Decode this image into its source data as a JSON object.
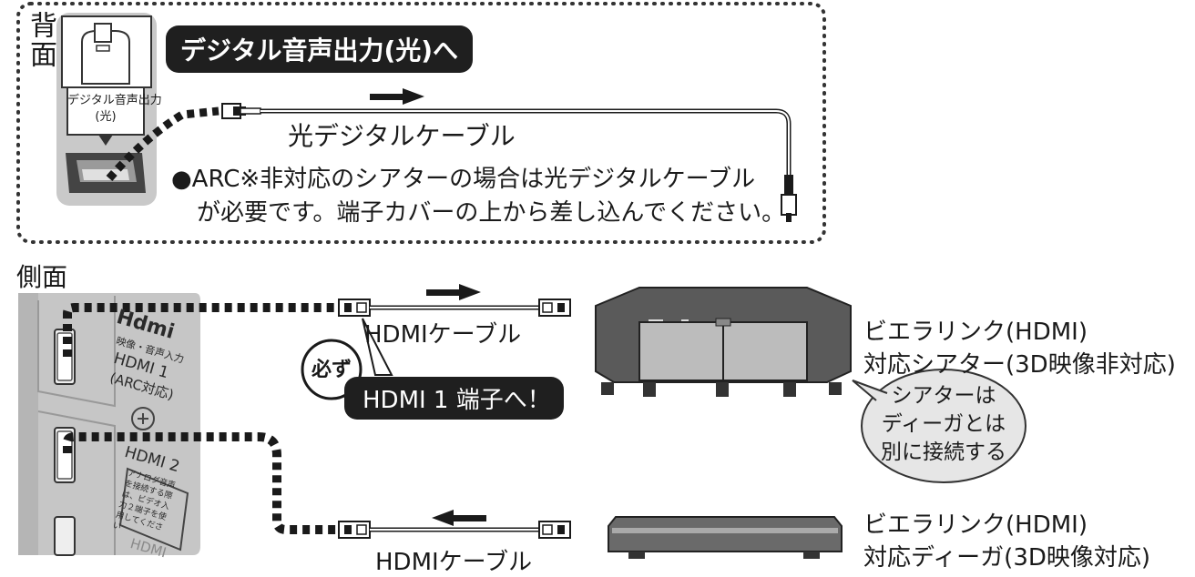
{
  "rear": {
    "heading": "背面",
    "port_label": "デジタル音声出力",
    "port_label_sub": "(光)",
    "callout": "デジタル音声出力(光)へ",
    "cable_label": "光デジタルケーブル",
    "note_line1": "●ARC※非対応のシアターの場合は光デジタルケーブル",
    "note_line2": "が必要です。端子カバーの上から差し込んでください。"
  },
  "side": {
    "heading": "側面",
    "panel": {
      "hdmi_logo": "Hdmi",
      "hdmi1_caption": "映像・音声入力",
      "hdmi1_name": "HDMI 1",
      "hdmi1_arc": "(ARC対応)",
      "hdmi2_name": "HDMI 2",
      "hdmi2_note": "アナログ音声を接続する際は、ビデオ入力２端子を使用してください",
      "hdmi3_name": "HDMI"
    },
    "cable1_label": "HDMIケーブル",
    "cable2_label": "HDMIケーブル",
    "must_badge": "必ず",
    "must_text": "HDMI 1 端子へ！",
    "theater_line1": "ビエラリンク(HDMI)",
    "theater_line2": "対応シアター(3D映像非対応)",
    "bubble_line1": "シアターは",
    "bubble_line2": "ディーガとは",
    "bubble_line3": "別に接続する",
    "recorder_line1": "ビエラリンク(HDMI)",
    "recorder_line2": "対応ディーガ(3D映像対応)"
  },
  "colors": {
    "ink": "#1a1a1a",
    "panel_gray": "#c8c8c8",
    "bubble_fill": "#e6e6e6",
    "callout_bg": "#1f1f1f"
  }
}
